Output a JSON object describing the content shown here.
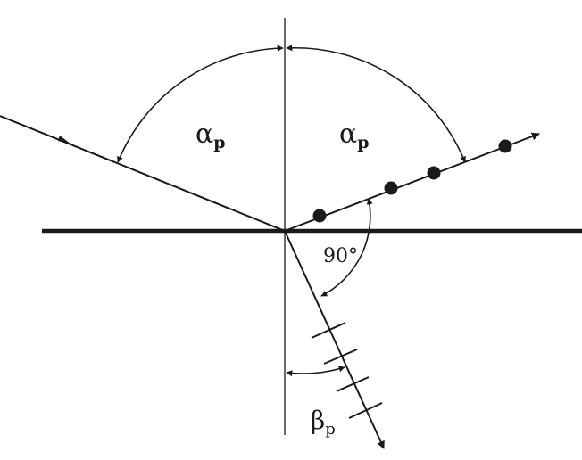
{
  "labels": {
    "alpha_left": "α",
    "alpha_left_sub": "p",
    "alpha_right": "α",
    "alpha_right_sub": "p",
    "right_angle": "90°",
    "beta": "β",
    "beta_sub": "p"
  },
  "colors": {
    "stroke": "#1a1a1a",
    "background": "#ffffff"
  }
}
